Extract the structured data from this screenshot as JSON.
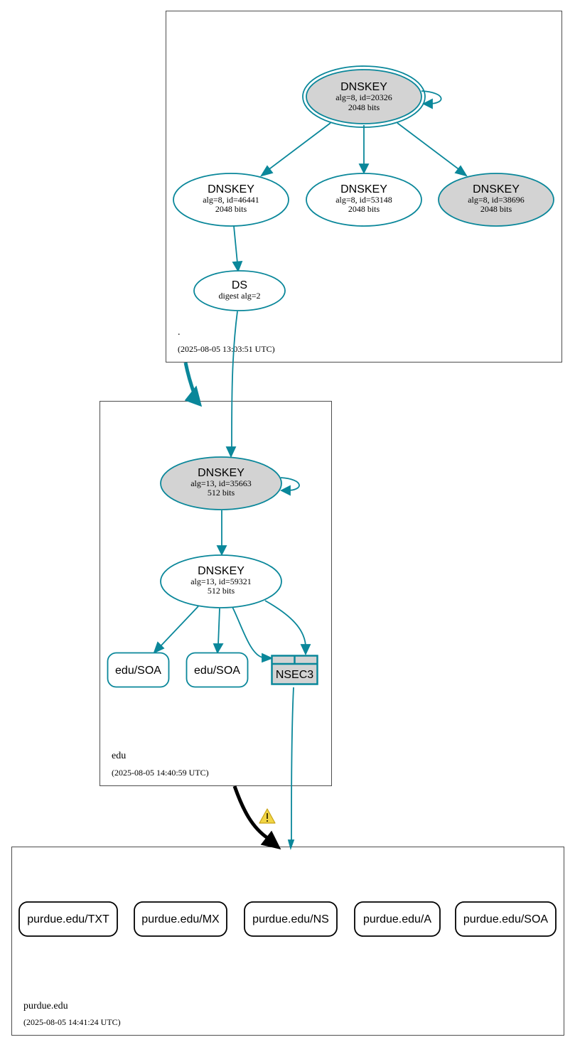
{
  "colors": {
    "node_stroke": "#0a879a",
    "edge": "#0a879a",
    "fill_grey": "#d3d3d3",
    "zone_border": "#4d4d4d",
    "delegation_bad": "#000000",
    "warning": "#f2d544"
  },
  "zones": {
    "root": {
      "name": ".",
      "timestamp": "(2025-08-05 13:03:51 UTC)"
    },
    "edu": {
      "name": "edu",
      "timestamp": "(2025-08-05 14:40:59 UTC)"
    },
    "purdue": {
      "name": "purdue.edu",
      "timestamp": "(2025-08-05 14:41:24 UTC)"
    }
  },
  "nodes": {
    "root_ksk": {
      "type": "DNSKEY",
      "line1": "alg=8, id=20326",
      "line2": "2048 bits"
    },
    "root_zsk_46441": {
      "type": "DNSKEY",
      "line1": "alg=8, id=46441",
      "line2": "2048 bits"
    },
    "root_zsk_53148": {
      "type": "DNSKEY",
      "line1": "alg=8, id=53148",
      "line2": "2048 bits"
    },
    "root_key_38696": {
      "type": "DNSKEY",
      "line1": "alg=8, id=38696",
      "line2": "2048 bits"
    },
    "ds": {
      "type": "DS",
      "line1": "digest alg=2"
    },
    "edu_ksk": {
      "type": "DNSKEY",
      "line1": "alg=13, id=35663",
      "line2": "512 bits"
    },
    "edu_zsk": {
      "type": "DNSKEY",
      "line1": "alg=13, id=59321",
      "line2": "512 bits"
    },
    "edu_soa_1": {
      "label": "edu/SOA"
    },
    "edu_soa_2": {
      "label": "edu/SOA"
    },
    "nsec3": {
      "label": "NSEC3"
    }
  },
  "records": [
    {
      "label": "purdue.edu/TXT"
    },
    {
      "label": "purdue.edu/MX"
    },
    {
      "label": "purdue.edu/NS"
    },
    {
      "label": "purdue.edu/A"
    },
    {
      "label": "purdue.edu/SOA"
    }
  ],
  "icons": {
    "warning": "warning-icon"
  }
}
